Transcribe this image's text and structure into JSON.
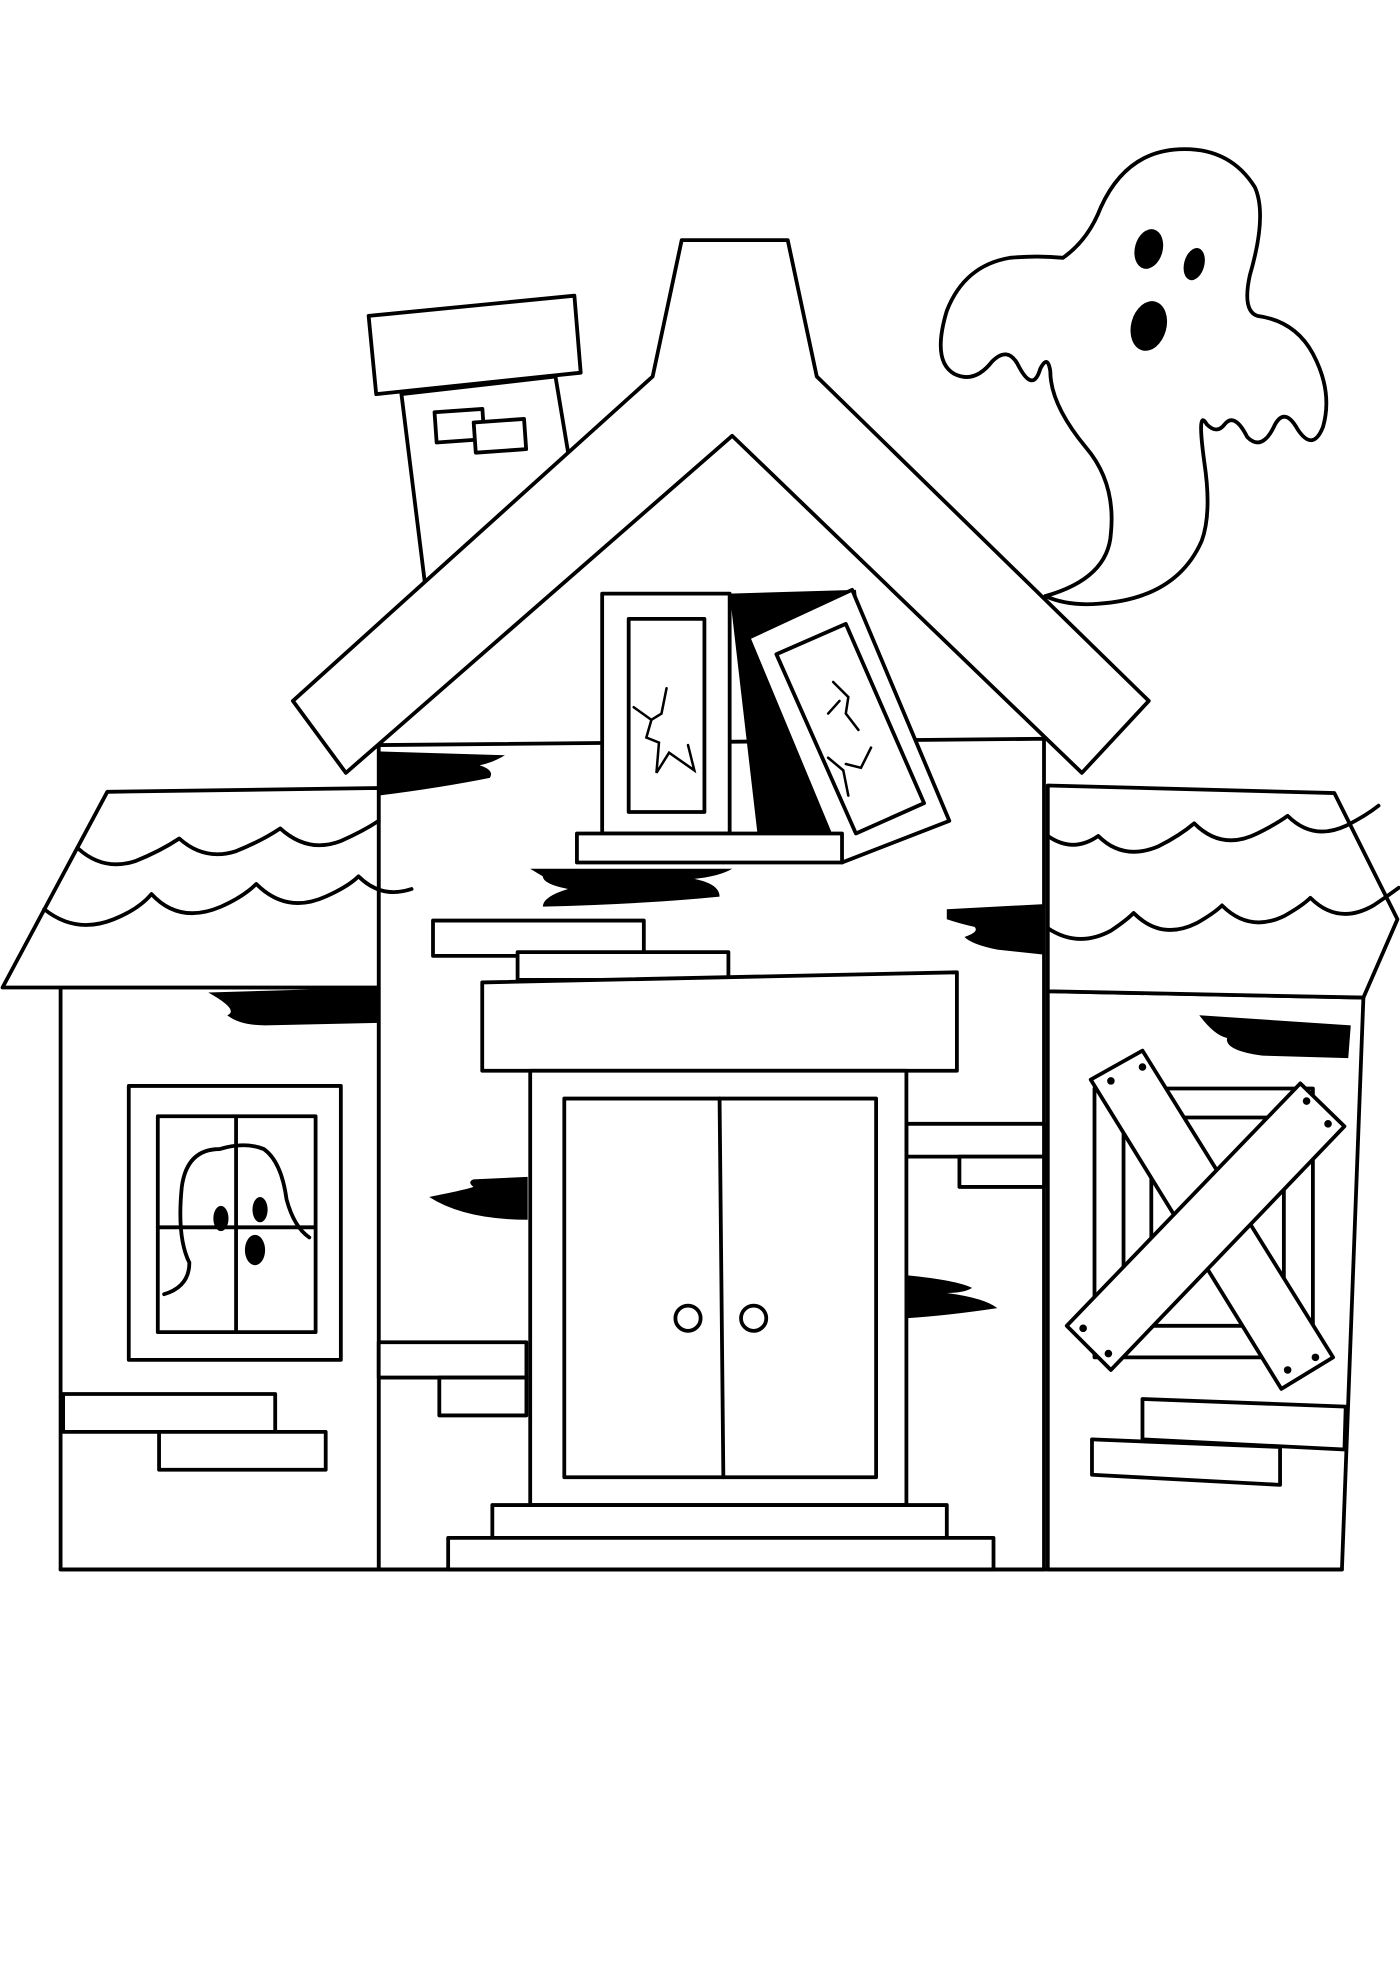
{
  "colors": {
    "line": "#000000",
    "background": "#ffffff"
  },
  "icons": [
    "haunted-house",
    "ghost",
    "chimney",
    "boarded-window",
    "broken-window",
    "double-door"
  ]
}
